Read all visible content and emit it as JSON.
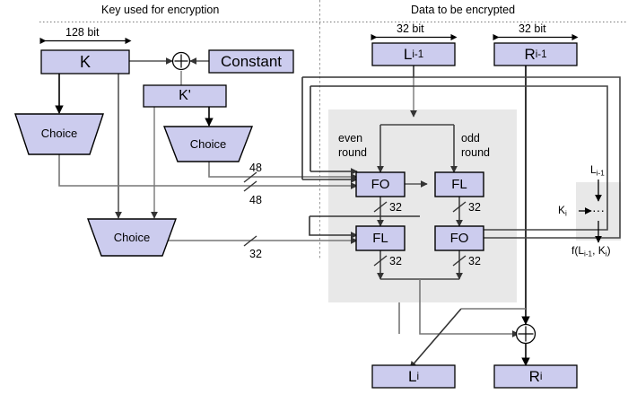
{
  "diagram": {
    "title_left": "Key used for encryption",
    "title_right": "Data to be encrypted",
    "colors": {
      "box_fill": "#ccccee",
      "box_stroke": "#000000",
      "group_fill": "#e8e8e8",
      "wire": "#666666",
      "wire_dark": "#000000",
      "divider": "#888888"
    }
  },
  "key_side": {
    "dim_label": "128 bit",
    "k_box": "K",
    "constant_box": "Constant",
    "kprime_box": "K'",
    "choice_1": "Choice",
    "choice_2": "Choice",
    "choice_3": "Choice",
    "xor_symbol": "⊕",
    "width_48_a": "48",
    "width_48_b": "48",
    "width_32": "32"
  },
  "data_side": {
    "dim_label_left": "32 bit",
    "dim_label_right": "32 bit",
    "l_in": "L",
    "l_in_sub": "i-1",
    "r_in": "R",
    "r_in_sub": "i-1",
    "even_round_a": "even",
    "even_round_b": "round",
    "odd_round_a": "odd",
    "odd_round_b": "round",
    "fo_top": "FO",
    "fl_top": "FL",
    "fl_bottom": "FL",
    "fo_bottom": "FO",
    "w32_a": "32",
    "w32_b": "32",
    "w32_c": "32",
    "w32_d": "32",
    "xor_symbol": "⊕",
    "l_out": "L",
    "l_out_sub": "i",
    "r_out": "R",
    "r_out_sub": "i"
  },
  "legend": {
    "input": "L",
    "input_sub": "i-1",
    "key": "K",
    "key_sub": "i",
    "body": "···",
    "output_prefix": "f(L",
    "output_sub1": "i-1",
    "output_mid": ", K",
    "output_sub2": "i",
    "output_suffix": ")"
  }
}
